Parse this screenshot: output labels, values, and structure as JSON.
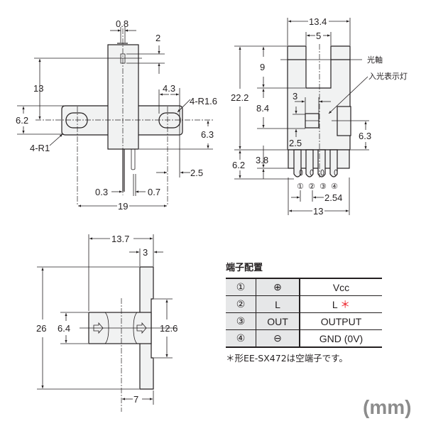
{
  "colors": {
    "part_fill": "#f1f2f2",
    "line": "#231f20",
    "table_shade": "#e6e7e8",
    "asterisk": "#ed1c24",
    "unit": "#8c8c8c"
  },
  "front_view": {
    "dims": {
      "slit_width": "0.8",
      "slit_height": "2",
      "axis_height": "13",
      "flange_height": "6.2",
      "hole_pitch": "4.3",
      "corner_radius_right": "4-R1.6",
      "corner_radius_left": "4-R1",
      "body_below_axis": "6.3",
      "hole_to_edge": "2.5",
      "pin_thickness": "0.3",
      "pin_width": "0.7",
      "mount_pitch": "19"
    }
  },
  "side_view": {
    "dims": {
      "overall_width": "13.4",
      "slot_width": "5",
      "slot_depth": "9",
      "total_height": "22.2",
      "body_section": "8.4",
      "window_width": "3",
      "window_offset": "2.5",
      "led_height": "6.3",
      "terminal_length": "6.2",
      "terminal_base": "3.8",
      "terminal_pitch": "2.54",
      "base_width": "13"
    },
    "labels": {
      "optical_axis": "光軸",
      "indicator": "入光表示灯"
    },
    "pins": [
      "①",
      "②",
      "③",
      "④"
    ]
  },
  "bottom_view": {
    "dims": {
      "depth": "13.7",
      "flange_thickness": "3",
      "height": "26",
      "sensor_height": "6.4",
      "flange_step": "12.6",
      "axis_offset": "7"
    }
  },
  "terminal_table": {
    "title": "端子配置",
    "rows": [
      {
        "pin": "①",
        "symbol": "⊕",
        "name": "Vcc",
        "flag": ""
      },
      {
        "pin": "②",
        "symbol": "L",
        "name": "L",
        "flag": "＊"
      },
      {
        "pin": "③",
        "symbol": "OUT",
        "name": "OUTPUT",
        "flag": ""
      },
      {
        "pin": "④",
        "symbol": "⊖",
        "name": "GND (0V)",
        "flag": ""
      }
    ],
    "note": "＊形EE-SX472は空端子です。"
  },
  "unit_label": "(mm)"
}
